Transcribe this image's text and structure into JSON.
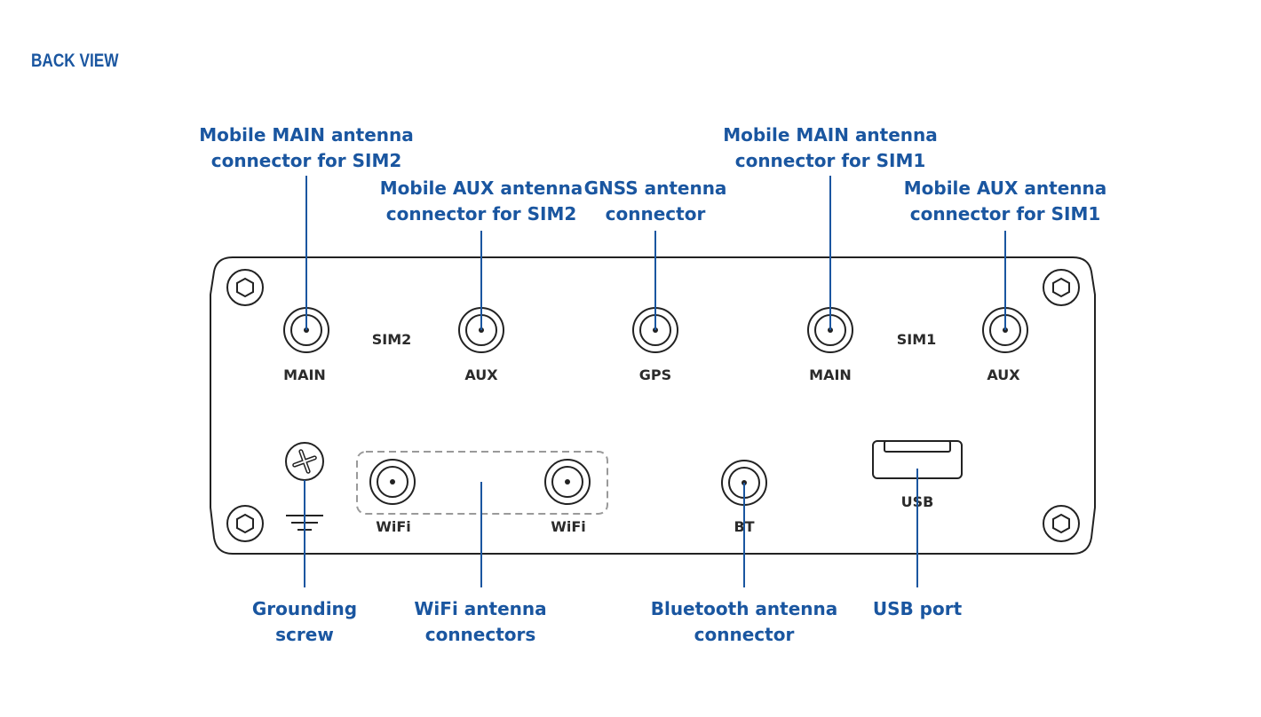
{
  "title": "BACK VIEW",
  "colors": {
    "accent": "#1a56a0",
    "outline": "#222222",
    "wifi_group": "#9a9a9a"
  },
  "panel_labels": {
    "main_sim2": "MAIN",
    "sim2": "SIM2",
    "aux_sim2": "AUX",
    "gps": "GPS",
    "main_sim1": "MAIN",
    "sim1": "SIM1",
    "aux_sim1": "AUX",
    "wifi_1": "WiFi",
    "wifi_2": "WiFi",
    "bt": "BT",
    "usb": "USB"
  },
  "callouts": {
    "main_sim2": [
      "Mobile MAIN antenna",
      "connector for SIM2"
    ],
    "aux_sim2": [
      "Mobile AUX antenna",
      "connector for SIM2"
    ],
    "gnss": [
      "GNSS antenna",
      "connector"
    ],
    "main_sim1": [
      "Mobile MAIN antenna",
      "connector for SIM1"
    ],
    "aux_sim1": [
      "Mobile AUX antenna",
      "connector for SIM1"
    ],
    "grounding": [
      "Grounding",
      "screw"
    ],
    "wifi": [
      "WiFi antenna",
      "connectors"
    ],
    "bluetooth": [
      "Bluetooth antenna",
      "connector"
    ],
    "usb": [
      "USB port"
    ]
  },
  "icons": {
    "screws": "hex-screw-icon",
    "ground_screw": "cross-screw-icon",
    "ground_symbol": "ground-symbol-icon"
  }
}
